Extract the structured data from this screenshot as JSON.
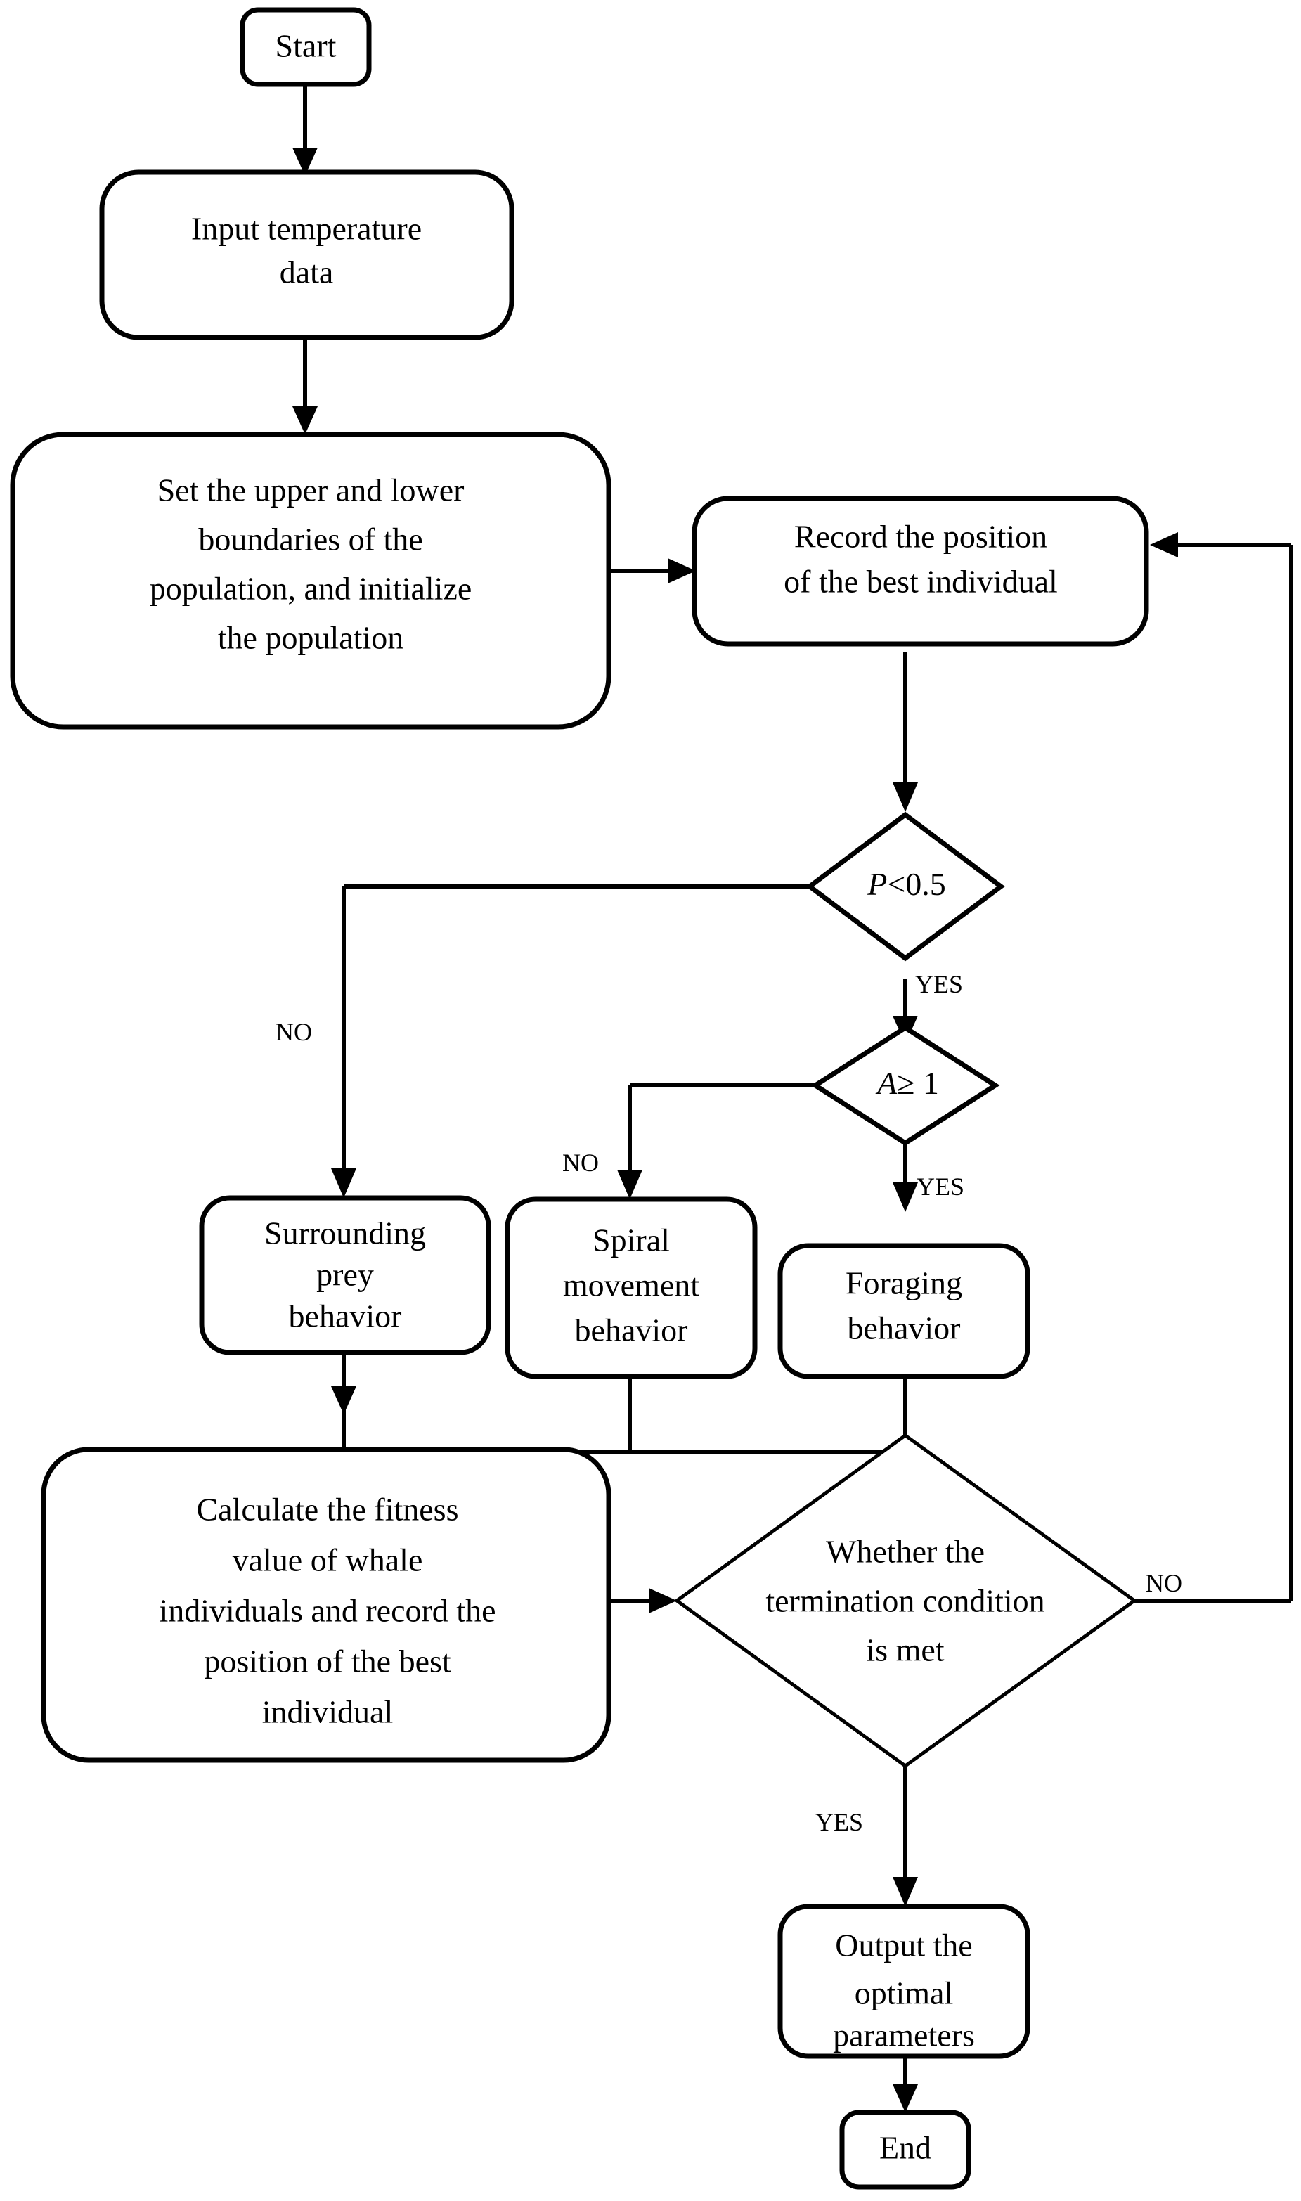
{
  "diagram": {
    "title": "Whale Optimization Algorithm flowchart",
    "background_color": "#ffffff",
    "line_color": "#000000",
    "text_color": "#000000",
    "nodes": {
      "start": {
        "label": "Start",
        "shape": "rounded-rectangle"
      },
      "input_data": {
        "line1": "Input temperature",
        "line2": "data",
        "shape": "rounded-rectangle"
      },
      "set_boundaries": {
        "line1": "Set the upper and lower",
        "line2": "boundaries of the",
        "line3": "population, and initialize",
        "line4": "the population",
        "shape": "rounded-rectangle"
      },
      "record_best": {
        "line1": "Record the position",
        "line2": "of the best individual",
        "shape": "rounded-rectangle"
      },
      "decision_p": {
        "var": "P",
        "rest": "<0.5",
        "shape": "diamond"
      },
      "decision_a": {
        "var": "A",
        "rest": "≥ 1",
        "shape": "diamond"
      },
      "surrounding_prey": {
        "line1": "Surrounding",
        "line2": "prey",
        "line3": "behavior",
        "shape": "rounded-rectangle"
      },
      "spiral_movement": {
        "line1": "Spiral",
        "line2": "movement",
        "line3": "behavior",
        "shape": "rounded-rectangle"
      },
      "foraging": {
        "line1": "Foraging",
        "line2": "behavior",
        "shape": "rounded-rectangle"
      },
      "calculate_fitness": {
        "line1": "Calculate the fitness",
        "line2": "value of whale",
        "line3": "individuals and record the",
        "line4": "position of the best",
        "line5": "individual",
        "shape": "rounded-rectangle"
      },
      "termination": {
        "line1": "Whether the",
        "line2": "termination condition",
        "line3": "is met",
        "shape": "diamond"
      },
      "output_params": {
        "line1": "Output the",
        "line2": "optimal",
        "line3": "parameters",
        "shape": "rounded-rectangle"
      },
      "end": {
        "label": "End",
        "shape": "rounded-rectangle"
      }
    },
    "edge_labels": {
      "p_no": "NO",
      "p_yes": "YES",
      "a_no": "NO",
      "a_yes": "YES",
      "term_no": "NO",
      "term_yes": "YES"
    }
  }
}
